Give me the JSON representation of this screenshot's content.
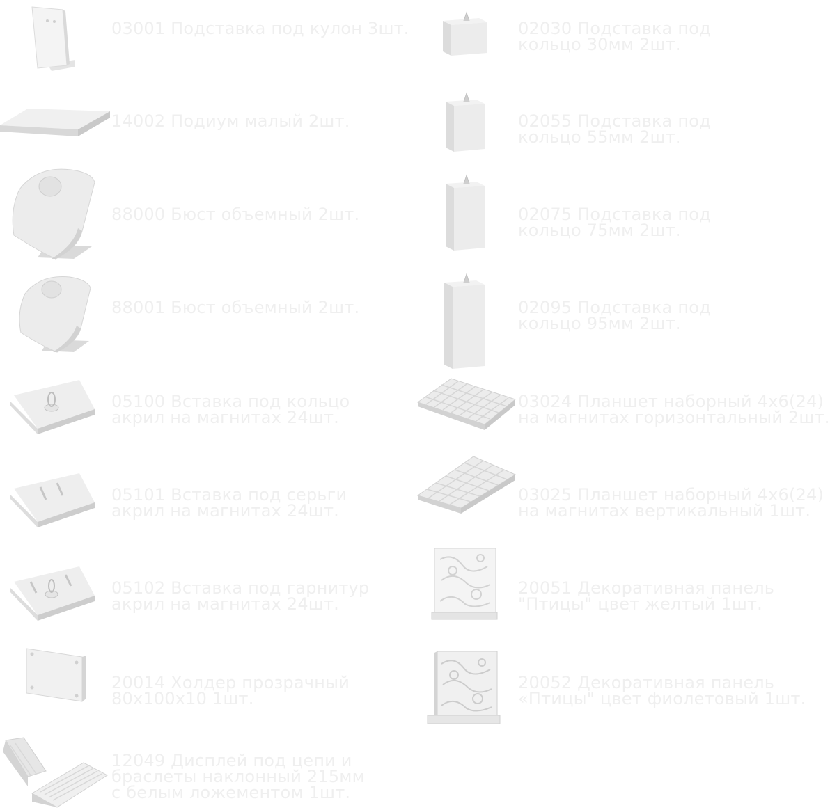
{
  "colors": {
    "text": "#efefef",
    "product_light": "#f2f2f2",
    "product_mid": "#e1e1e1",
    "product_dark": "#c8c8c8"
  },
  "left": [
    {
      "lines": [
        "03001 Подставка под кулон 3шт."
      ],
      "icon": "pendant-stand-icon"
    },
    {
      "lines": [
        "14002 Подиум малый 2шт."
      ],
      "icon": "podium-icon"
    },
    {
      "lines": [
        "88000 Бюст объемный 2шт."
      ],
      "icon": "bust-large-icon"
    },
    {
      "lines": [
        "88001 Бюст объемный 2шт."
      ],
      "icon": "bust-small-icon"
    },
    {
      "lines": [
        "05100 Вставка под кольцо",
        "акрил на магнитах 24шт."
      ],
      "icon": "ring-insert-icon"
    },
    {
      "lines": [
        "05101 Вставка под серьги",
        "акрил на магнитах 24шт."
      ],
      "icon": "earring-insert-icon"
    },
    {
      "lines": [
        "05102 Вставка под гарнитур",
        "акрил на магнитах 24шт."
      ],
      "icon": "set-insert-icon"
    },
    {
      "lines": [
        "20014 Холдер прозрачный",
        "80х100х10 1шт."
      ],
      "icon": "acrylic-holder-icon"
    },
    {
      "lines": [
        "12049 Дисплей под цепи и",
        "браслеты наклонный 215мм",
        "с белым ложементом 1шт."
      ],
      "icon": "chain-display-icon"
    }
  ],
  "right": [
    {
      "lines": [
        "02030 Подставка под",
        "кольцо 30мм 2шт."
      ],
      "icon": "ring-stand-30-icon"
    },
    {
      "lines": [
        "02055 Подставка под",
        "кольцо 55мм 2шт."
      ],
      "icon": "ring-stand-55-icon"
    },
    {
      "lines": [
        "02075 Подставка под",
        "кольцо 75мм 2шт."
      ],
      "icon": "ring-stand-75-icon"
    },
    {
      "lines": [
        "02095 Подставка под",
        "кольцо 95мм 2шт."
      ],
      "icon": "ring-stand-95-icon"
    },
    {
      "lines": [
        "03024 Планшет наборный 4х6(24)",
        "на магнитах горизонтальный 2шт."
      ],
      "icon": "tray-horizontal-icon"
    },
    {
      "lines": [
        "03025 Планшет наборный 4х6(24)",
        "на магнитах вертикальный 1шт."
      ],
      "icon": "tray-vertical-icon"
    },
    {
      "lines": [
        "20051 Декоративная панель",
        "\"Птицы\" цвет желтый 1шт."
      ],
      "icon": "decor-panel-yellow-icon"
    },
    {
      "lines": [
        "20052 Декоративная панель",
        "«Птицы\" цвет фиолетовый 1шт."
      ],
      "icon": "decor-panel-violet-icon"
    }
  ]
}
